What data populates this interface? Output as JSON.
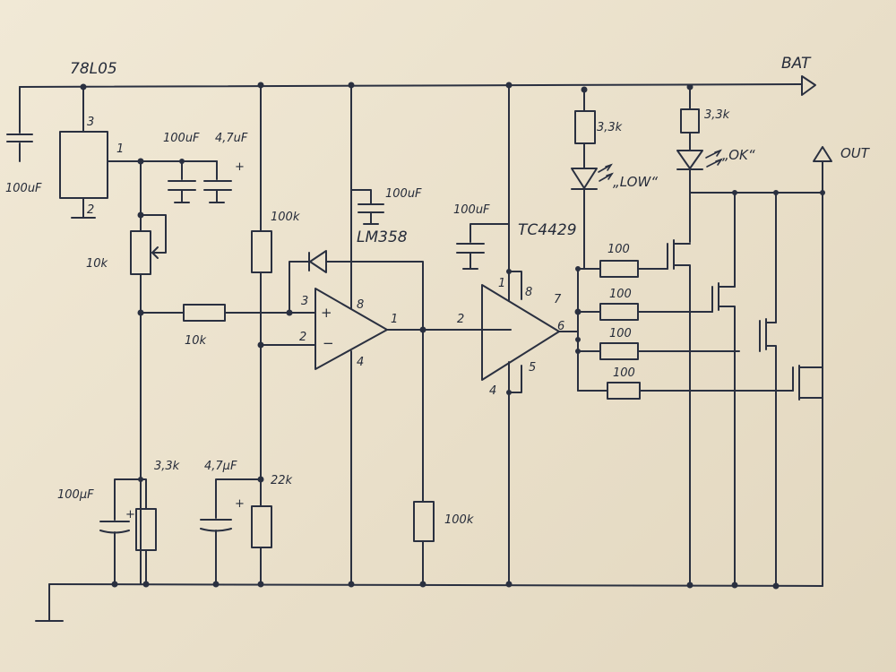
{
  "labels": {
    "regulator": "78L05",
    "bat": "BAT",
    "out": "OUT",
    "opamp": "LM358",
    "driver": "TC4429",
    "led_low": "„LOW“",
    "led_ok": "„OK“"
  },
  "regulator_pins": {
    "in": "3",
    "out": "1",
    "gnd": "2"
  },
  "opamp_pins": {
    "noninv": "3",
    "inv": "2",
    "out": "1",
    "vcc": "8",
    "gnd": "4",
    "plus": "+",
    "minus": "−"
  },
  "driver_pins": {
    "in": "2",
    "vdd1": "1",
    "vdd8": "8",
    "out7": "7",
    "out6": "6",
    "gnd4": "4",
    "gnd5": "5"
  },
  "components": {
    "c_in": "100uF",
    "c_reg1": "100uF",
    "c_reg2": "4,7uF",
    "c_reg2_pol": "+",
    "pot": "10k",
    "r_in": "10k",
    "r_div_top": "100k",
    "c_opamp": "100uF",
    "c_driver": "100uF",
    "r_low": "3,3k",
    "r_ok": "3,3k",
    "r_g1": "100",
    "r_g2": "100",
    "r_g3": "100",
    "r_g4": "100",
    "r_ref": "3,3k",
    "c_ref": "100µF",
    "c_ref_pol": "+",
    "c_div": "4,7µF",
    "c_div_pol": "+",
    "r_div_bot": "22k",
    "r_pd": "100k"
  }
}
